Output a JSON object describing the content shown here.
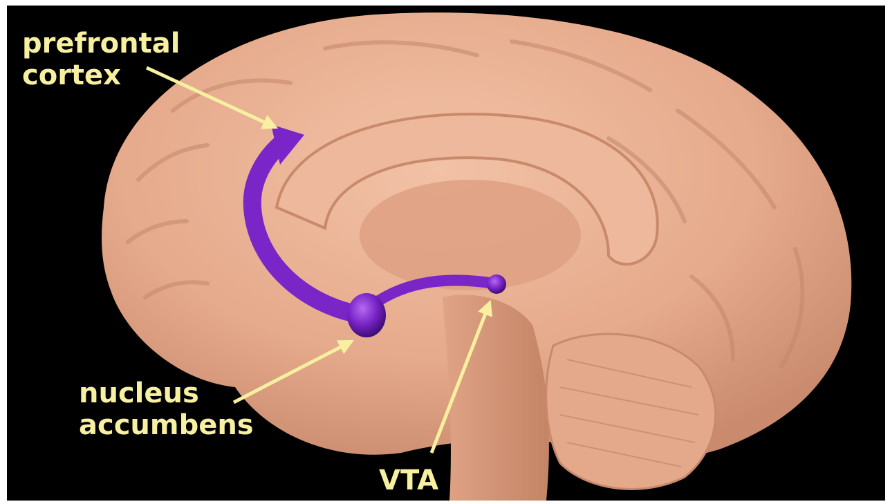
{
  "labels": {
    "prefrontal_line1": "prefrontal",
    "prefrontal_line2": "cortex",
    "nucleus_line1": "nucleus",
    "nucleus_line2": "accumbens",
    "vta": "VTA"
  },
  "colors": {
    "background": "#000000",
    "brain": "#e8ad8f",
    "pathway": "#7a25c8",
    "label_text": "#f6f0a0",
    "pointer_arrow": "#f6f0a0"
  }
}
